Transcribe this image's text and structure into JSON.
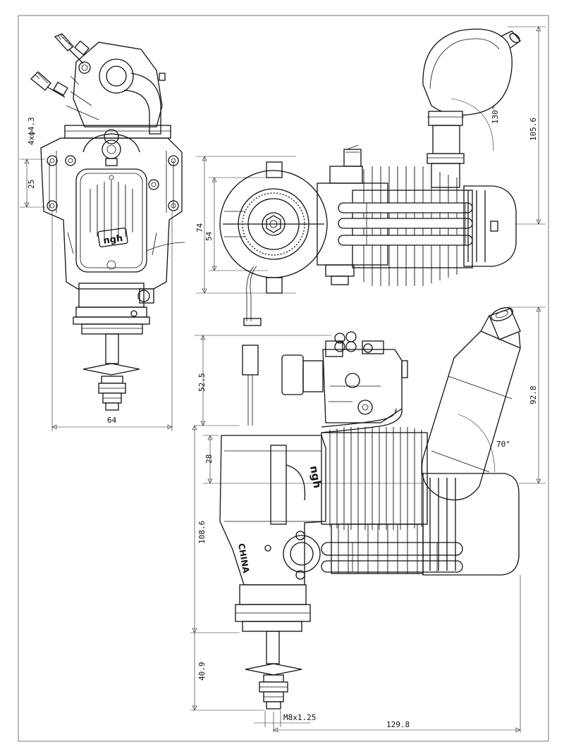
{
  "dimensions": {
    "mount_holes": "4xϕ4.3",
    "hole_spacing_vertical": "25",
    "front_width": "64",
    "side_height_outer": "74",
    "side_height_inner": "54",
    "muffler_angle_top": "130°",
    "overall_top": "105.6",
    "carb_height": "52.5",
    "mount_offset": "28",
    "body_height": "108.6",
    "shaft_length": "40.9",
    "thread": "M8x1.25",
    "overall_length": "129.8",
    "muffler_height": "92.8",
    "muffler_angle_side": "70°"
  },
  "markings": {
    "brand": "ngh",
    "origin": "CHINA"
  }
}
